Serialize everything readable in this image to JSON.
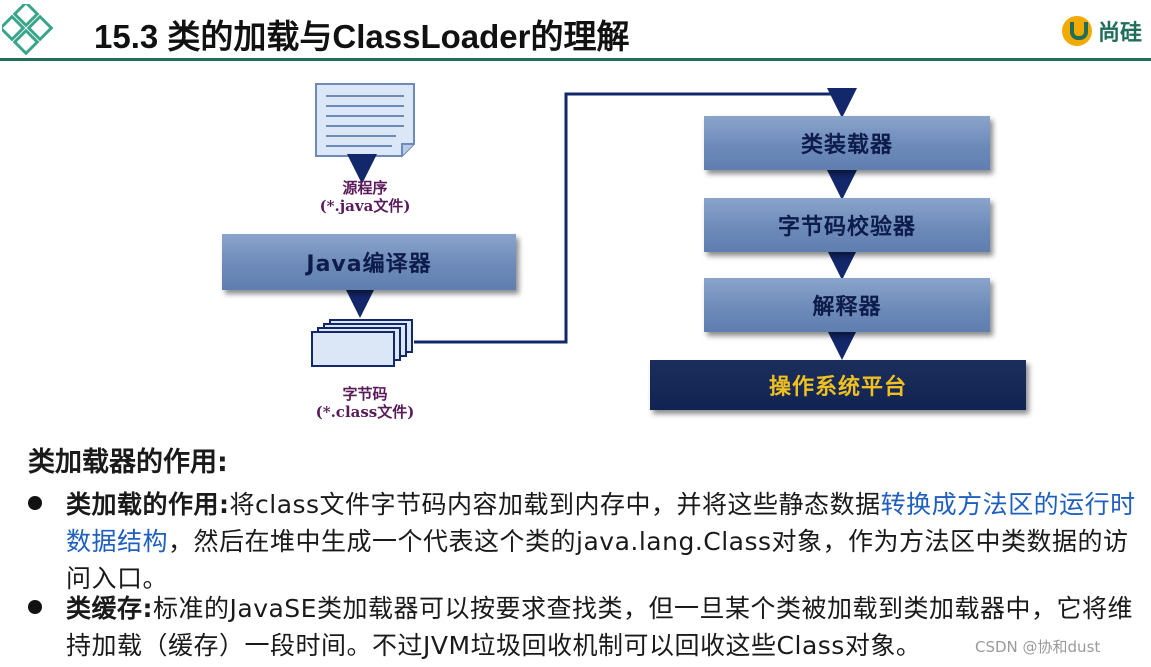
{
  "header": {
    "title": "15.3 类的加载与ClassLoader的理解",
    "brand": "尚硅"
  },
  "diagram": {
    "source_label_1": "源程序",
    "source_label_2": "(*.java文件)",
    "compiler": "Java编译器",
    "bytecode_label_1": "字节码",
    "bytecode_label_2": "(*.class文件)",
    "class_loader": "类装载器",
    "verifier": "字节码校验器",
    "interpreter": "解释器",
    "os_platform": "操作系统平台"
  },
  "section": {
    "heading": "类加载器的作用:"
  },
  "bullets": [
    {
      "lead": "类加载的作用:",
      "text_a": "将class文件字节码内容加载到内存中，并将这些静态数据",
      "highlight": "转换成方法区的运行时数据结构",
      "text_b": "，然后在堆中生成一个代表这个类的java.lang.Class对象，作为方法区中类数据的访问入口。"
    },
    {
      "lead": "类缓存:",
      "text": "标准的JavaSE类加载器可以按要求查找类，但一旦某个类被加载到类加载器中，它将维持加载（缓存）一段时间。不过JVM垃圾回收机制可以回收这些Class对象。"
    }
  ],
  "watermark": "CSDN @协和dust",
  "colors": {
    "header_rule": "#1f6e5a",
    "box_fill": "#7390bf",
    "os_box_fill": "#102352",
    "os_box_text": "#f0c020",
    "highlight_text": "#1f5fbf",
    "arrow": "#13286a"
  }
}
